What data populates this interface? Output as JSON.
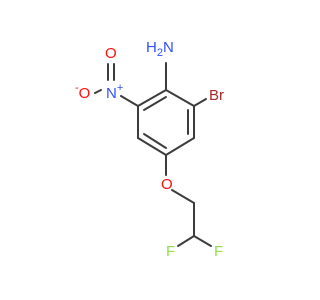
{
  "molecule": {
    "atoms": {
      "amine_n": "N",
      "amine_h": "H",
      "amine_h_count": "2",
      "bromine": "Br",
      "nitro_n": "N",
      "nitro_n_charge": "+",
      "nitro_o_top": "O",
      "nitro_o_left": "O",
      "nitro_o_charge": "-",
      "ether_o": "O",
      "fluorine_left": "F",
      "fluorine_right": "F"
    },
    "colors": {
      "bond": "#3c3c3c",
      "nitrogen": "#3050f8",
      "oxygen": "#ff0d0d",
      "bromine": "#a62929",
      "fluorine": "#90e050",
      "carbon": "#3c3c3c"
    }
  }
}
